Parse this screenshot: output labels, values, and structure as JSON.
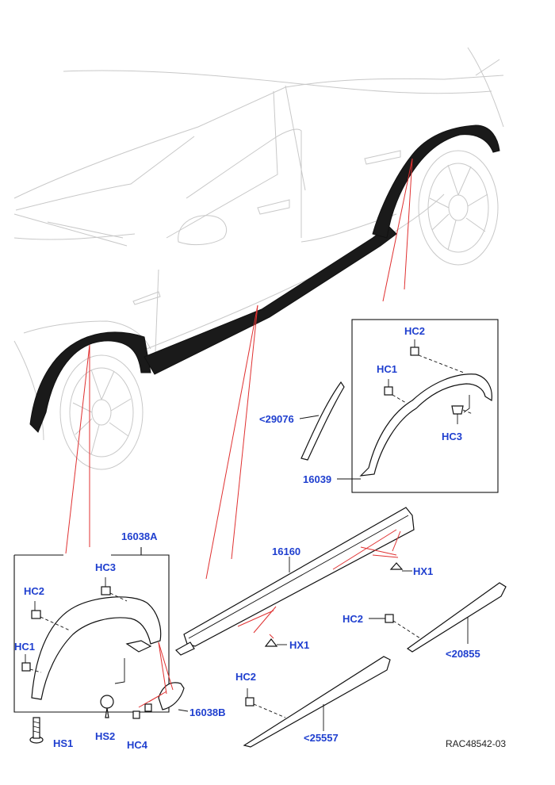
{
  "labels": {
    "hc2_top": "HC2",
    "hc1_top": "HC1",
    "hc3_top": "HC3",
    "p29076": "<29076",
    "p16039": "16039",
    "p16038a": "16038A",
    "hc3_left": "HC3",
    "hc2_left": "HC2",
    "hc1_left": "HC1",
    "hs1": "HS1",
    "hs2": "HS2",
    "hc4": "HC4",
    "p16038b": "16038B",
    "p16160": "16160",
    "hx1_a": "HX1",
    "hx1_b": "HX1",
    "hc2_mid": "HC2",
    "p20855": "<20855",
    "hc2_bot": "HC2",
    "p25557": "<25557"
  },
  "reference": "RAC48542-03",
  "colors": {
    "label": "#1f3fcf",
    "leader": "#e03030",
    "line": "#111111",
    "car": "#c8c8c8"
  }
}
